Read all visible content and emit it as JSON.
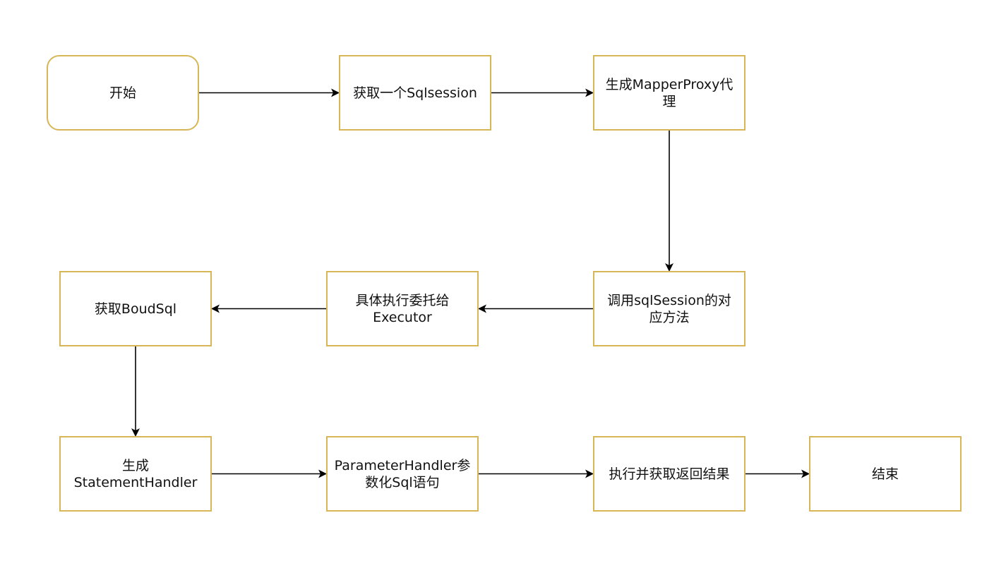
{
  "diagram": {
    "nodes": [
      {
        "id": "start",
        "label": "开始",
        "shape": "rounded"
      },
      {
        "id": "get-sqlsession",
        "label": "获取一个Sqlsession",
        "shape": "rect"
      },
      {
        "id": "gen-mapperproxy",
        "label": "生成MapperProxy代\n理",
        "shape": "rect"
      },
      {
        "id": "call-sqlsession",
        "label": "调用sqlSession的对\n应方法",
        "shape": "rect"
      },
      {
        "id": "delegate-executor",
        "label": "具体执行委托给\nExecutor",
        "shape": "rect"
      },
      {
        "id": "get-boundsql",
        "label": "获取BoudSql",
        "shape": "rect"
      },
      {
        "id": "gen-statementhandler",
        "label": "生成\nStatementHandler",
        "shape": "rect"
      },
      {
        "id": "parameterize",
        "label": "ParameterHandler参\n数化Sql语句",
        "shape": "rect"
      },
      {
        "id": "execute-result",
        "label": "执行并获取返回结果",
        "shape": "rect"
      },
      {
        "id": "end",
        "label": "结束",
        "shape": "rect"
      }
    ],
    "edges": [
      {
        "from": "start",
        "to": "get-sqlsession"
      },
      {
        "from": "get-sqlsession",
        "to": "gen-mapperproxy"
      },
      {
        "from": "gen-mapperproxy",
        "to": "call-sqlsession"
      },
      {
        "from": "call-sqlsession",
        "to": "delegate-executor"
      },
      {
        "from": "delegate-executor",
        "to": "get-boundsql"
      },
      {
        "from": "get-boundsql",
        "to": "gen-statementhandler"
      },
      {
        "from": "gen-statementhandler",
        "to": "parameterize"
      },
      {
        "from": "parameterize",
        "to": "execute-result"
      },
      {
        "from": "execute-result",
        "to": "end"
      }
    ],
    "colors": {
      "node_border": "#d6b656",
      "node_fill": "#ffffff",
      "edge": "#000000",
      "text": "#111111"
    }
  }
}
